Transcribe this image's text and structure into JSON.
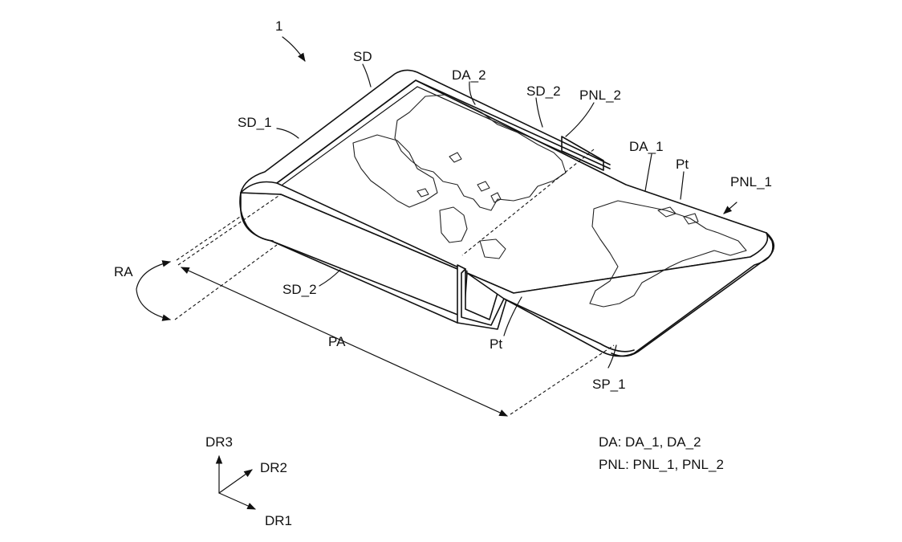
{
  "labels": {
    "device": "1",
    "sd": "SD",
    "sd_1": "SD_1",
    "sd_2_top": "SD_2",
    "sd_2_front": "SD_2",
    "da_2": "DA_2",
    "pnl_2": "PNL_2",
    "da_1": "DA_1",
    "pt_top": "Pt",
    "pt_bottom": "Pt",
    "pnl_1": "PNL_1",
    "ra": "RA",
    "pa": "PA",
    "sp_1": "SP_1"
  },
  "legend": {
    "line1": "DA: DA_1, DA_2",
    "line2": "PNL: PNL_1, PNL_2"
  },
  "axes": {
    "dr1": "DR1",
    "dr2": "DR2",
    "dr3": "DR3"
  }
}
